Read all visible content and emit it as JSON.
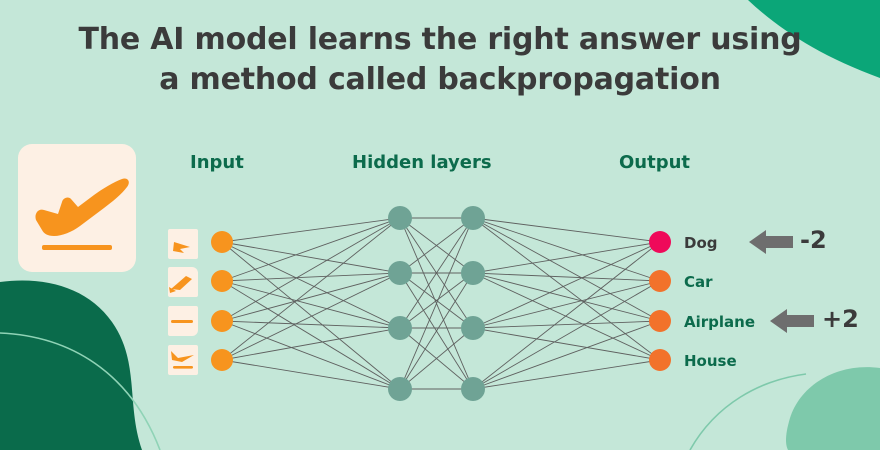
{
  "title": {
    "line1": "The AI model learns the right answer using",
    "line2": "a method called backpropagation"
  },
  "labels": {
    "input": "Input",
    "hidden": "Hidden layers",
    "output": "Output"
  },
  "colors": {
    "background": "#c4e7d8",
    "accent_green_bright": "#0ba678",
    "accent_green_dark": "#0a6b4b",
    "accent_green_mid": "#7ec9ab",
    "node_input_orange": "#f7941e",
    "node_hidden_teal": "#6fa395",
    "node_output_orange": "#f2722b",
    "node_output_highlight": "#ef0a5a",
    "title_text": "#3b3b3b",
    "label_text": "#0c6b4c",
    "card_cream": "#fdf0e4",
    "edge_stroke": "#5a5a5a",
    "arrow_gray": "#6e6e6e"
  },
  "hero_icon": {
    "name": "airplane-takeoff-icon",
    "alt": "Orange airplane taking off above a runway line"
  },
  "input_nodes": [
    {
      "thumb_icon": "airplane-tail-thumb",
      "node_color": "#f7941e"
    },
    {
      "thumb_icon": "airplane-wing-thumb",
      "node_color": "#f7941e"
    },
    {
      "thumb_icon": "runway-line-thumb",
      "node_color": "#f7941e"
    },
    {
      "thumb_icon": "airplane-nose-thumb",
      "node_color": "#f7941e"
    }
  ],
  "hidden_layers": [
    {
      "name": "hidden-layer-1",
      "node_count": 4,
      "node_color": "#6fa395"
    },
    {
      "name": "hidden-layer-2",
      "node_count": 4,
      "node_color": "#6fa395"
    }
  ],
  "output_nodes": [
    {
      "label": "Dog",
      "color": "#ef0a5a",
      "highlighted": true,
      "adjustment": "-2",
      "has_arrow": true
    },
    {
      "label": "Car",
      "color": "#f2722b",
      "highlighted": false,
      "adjustment": "",
      "has_arrow": false
    },
    {
      "label": "Airplane",
      "color": "#f2722b",
      "highlighted": false,
      "adjustment": "+2",
      "has_arrow": true
    },
    {
      "label": "House",
      "color": "#f2722b",
      "highlighted": false,
      "adjustment": "",
      "has_arrow": false
    }
  ],
  "adjustments": {
    "dog": "-2",
    "airplane": "+2"
  }
}
